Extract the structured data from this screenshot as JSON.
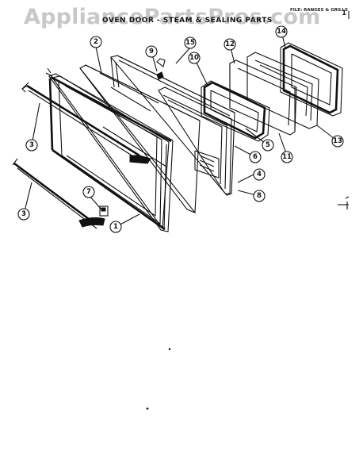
{
  "watermark": "AppliancePartsPros.com",
  "file_tag": "FILE: RANGES & GRILLS",
  "page_mark": "1",
  "title": "OVEN DOOR - STEAM & SEALING PARTS",
  "callouts": [
    {
      "num": "1"
    },
    {
      "num": "2"
    },
    {
      "num": "3"
    },
    {
      "num": "3"
    },
    {
      "num": "4"
    },
    {
      "num": "5"
    },
    {
      "num": "6"
    },
    {
      "num": "7"
    },
    {
      "num": "8"
    },
    {
      "num": "9"
    },
    {
      "num": "10"
    },
    {
      "num": "11"
    },
    {
      "num": "12"
    },
    {
      "num": "13"
    },
    {
      "num": "14"
    },
    {
      "num": "15"
    }
  ]
}
